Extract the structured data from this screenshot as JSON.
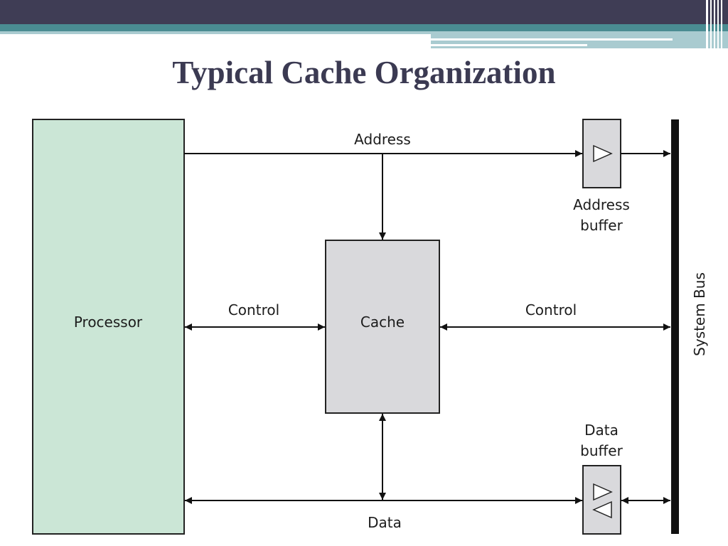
{
  "slide": {
    "title": "Typical Cache Organization"
  },
  "diagram": {
    "processor_label": "Processor",
    "cache_label": "Cache",
    "address_label": "Address",
    "control_left_label": "Control",
    "control_right_label": "Control",
    "data_label": "Data",
    "address_buffer_label": [
      "Address",
      "buffer"
    ],
    "data_buffer_label": [
      "Data",
      "buffer"
    ],
    "system_bus_label": "System Bus"
  },
  "colors": {
    "header_dark": "#3f3d55",
    "header_teal": "#4a8c92",
    "header_light": "#a9cbd0",
    "title_text": "#3b3a52",
    "processor_fill": "#cbe6d6",
    "cache_fill": "#d9d9dc",
    "buffer_fill": "#d9d9dc"
  }
}
